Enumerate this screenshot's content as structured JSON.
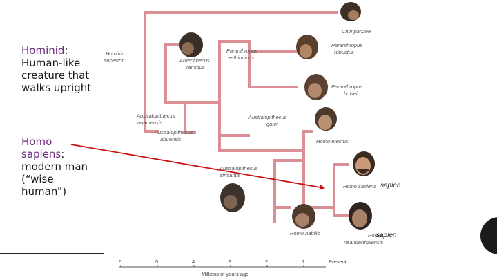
{
  "definitions": [
    {
      "term": "Hominid",
      "text": ": Human-like creature that walks upright"
    },
    {
      "term": "Homo sapiens",
      "text": ": modern man (“wise human”)"
    }
  ],
  "tree": {
    "species": {
      "chimpanzee": "Chimpanzee",
      "hominin_ancestor_1": "Hominin",
      "hominin_ancestor_2": "ancestor",
      "ardipithecus_1": "Ardepithecus",
      "ardipithecus_2": "ramidus",
      "p_aethiopicus_1": "Paranthropus",
      "p_aethiopicus_2": "aethiopicus",
      "p_robustus_1": "Paranthropus",
      "p_robustus_2": "robustus",
      "p_boisei_1": "Paranthropus",
      "p_boisei_2": "boisei",
      "a_anamensis_1": "Australopithecus",
      "a_anamensis_2": "anamensis",
      "a_afarensis_1": "Australopithecus",
      "a_afarensis_2": "afarensis",
      "a_garhi_1": "Australopithecus",
      "a_garhi_2": "garhi",
      "h_erectus": "Homo erectus",
      "a_africanus_1": "Australopithecus",
      "a_africanus_2": "africanus",
      "h_sapiens": "Homo sapiens",
      "h_habilis": "Homo habilis",
      "h_neanderthalensis_1": "Homo",
      "h_neanderthalensis_2": "neanderthalensis"
    },
    "overlay_labels": [
      "sapien",
      "sapien"
    ],
    "axis": {
      "ticks": [
        "6",
        "5",
        "4",
        "3",
        "2",
        "1",
        "Present"
      ],
      "label": "Millions of years ago"
    },
    "colors": {
      "branch": "#d98f93",
      "branch_edge": "#b7686f",
      "arrow": "#cc1111"
    }
  }
}
